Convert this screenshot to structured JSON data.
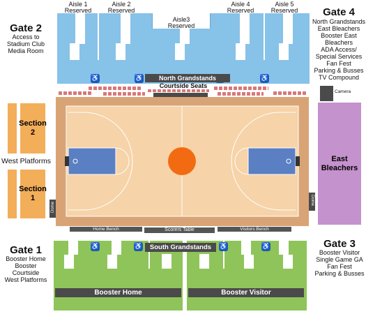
{
  "gates": {
    "gate2": {
      "title": "Gate 2",
      "lines": "Access to\nStadium Club\nMedia Room"
    },
    "gate4": {
      "title": "Gate 4",
      "lines": "North Grandstands\nEast Bleachers\nBooster East\nBleachers\nADA Access/\nSpecial Services\nFan Fest\nParking & Busses\nTV Compound"
    },
    "gate1": {
      "title": "Gate 1",
      "lines": "Booster Home\nBooster\nCourtside\nWest Platforms"
    },
    "gate3": {
      "title": "Gate 3",
      "lines": "Booster Visitor\nSingle Game GA\nFan Fest\nParking & Busses"
    }
  },
  "aisles": {
    "aisle1": "Aisle 1\nReserved",
    "aisle2": "Aisle 2\nReserved",
    "aisle3": "Aisle3\nReserved",
    "aisle4": "Aisle 4\nReserved",
    "aisle5": "Aisle 5\nReserved"
  },
  "sections": {
    "north_grandstands": "North Grandstands",
    "courtside_seats": "Courtside Seats",
    "south_grandstands": "South Grandstands",
    "booster_home": "Booster Home",
    "booster_visitor": "Booster Visitor",
    "section2": "Section\n2",
    "section1": "Section\n1",
    "west_platforms": "West Platforms",
    "east_bleachers": "East\nBleachers",
    "camera": "Camera"
  },
  "court": {
    "home_bench": "Home Bench",
    "scorers_table": "Scorers Table",
    "visitors_bench": "Visitors Bench",
    "dome_left": "Dome",
    "dome_right": "Dome"
  },
  "icons": {
    "ada": "wheelchair-accessible-icon"
  },
  "colors": {
    "reserved_blue": "#87c2e8",
    "booster_green": "#8fc45a",
    "section_orange": "#f3ae5a",
    "east_bleachers_purple": "#c492cc",
    "court_wood": "#f6d3a8",
    "court_border": "#d8a476",
    "paint_blue": "#5b7fc3",
    "center_circle": "#f26b12",
    "courtside_red": "#d97777"
  }
}
